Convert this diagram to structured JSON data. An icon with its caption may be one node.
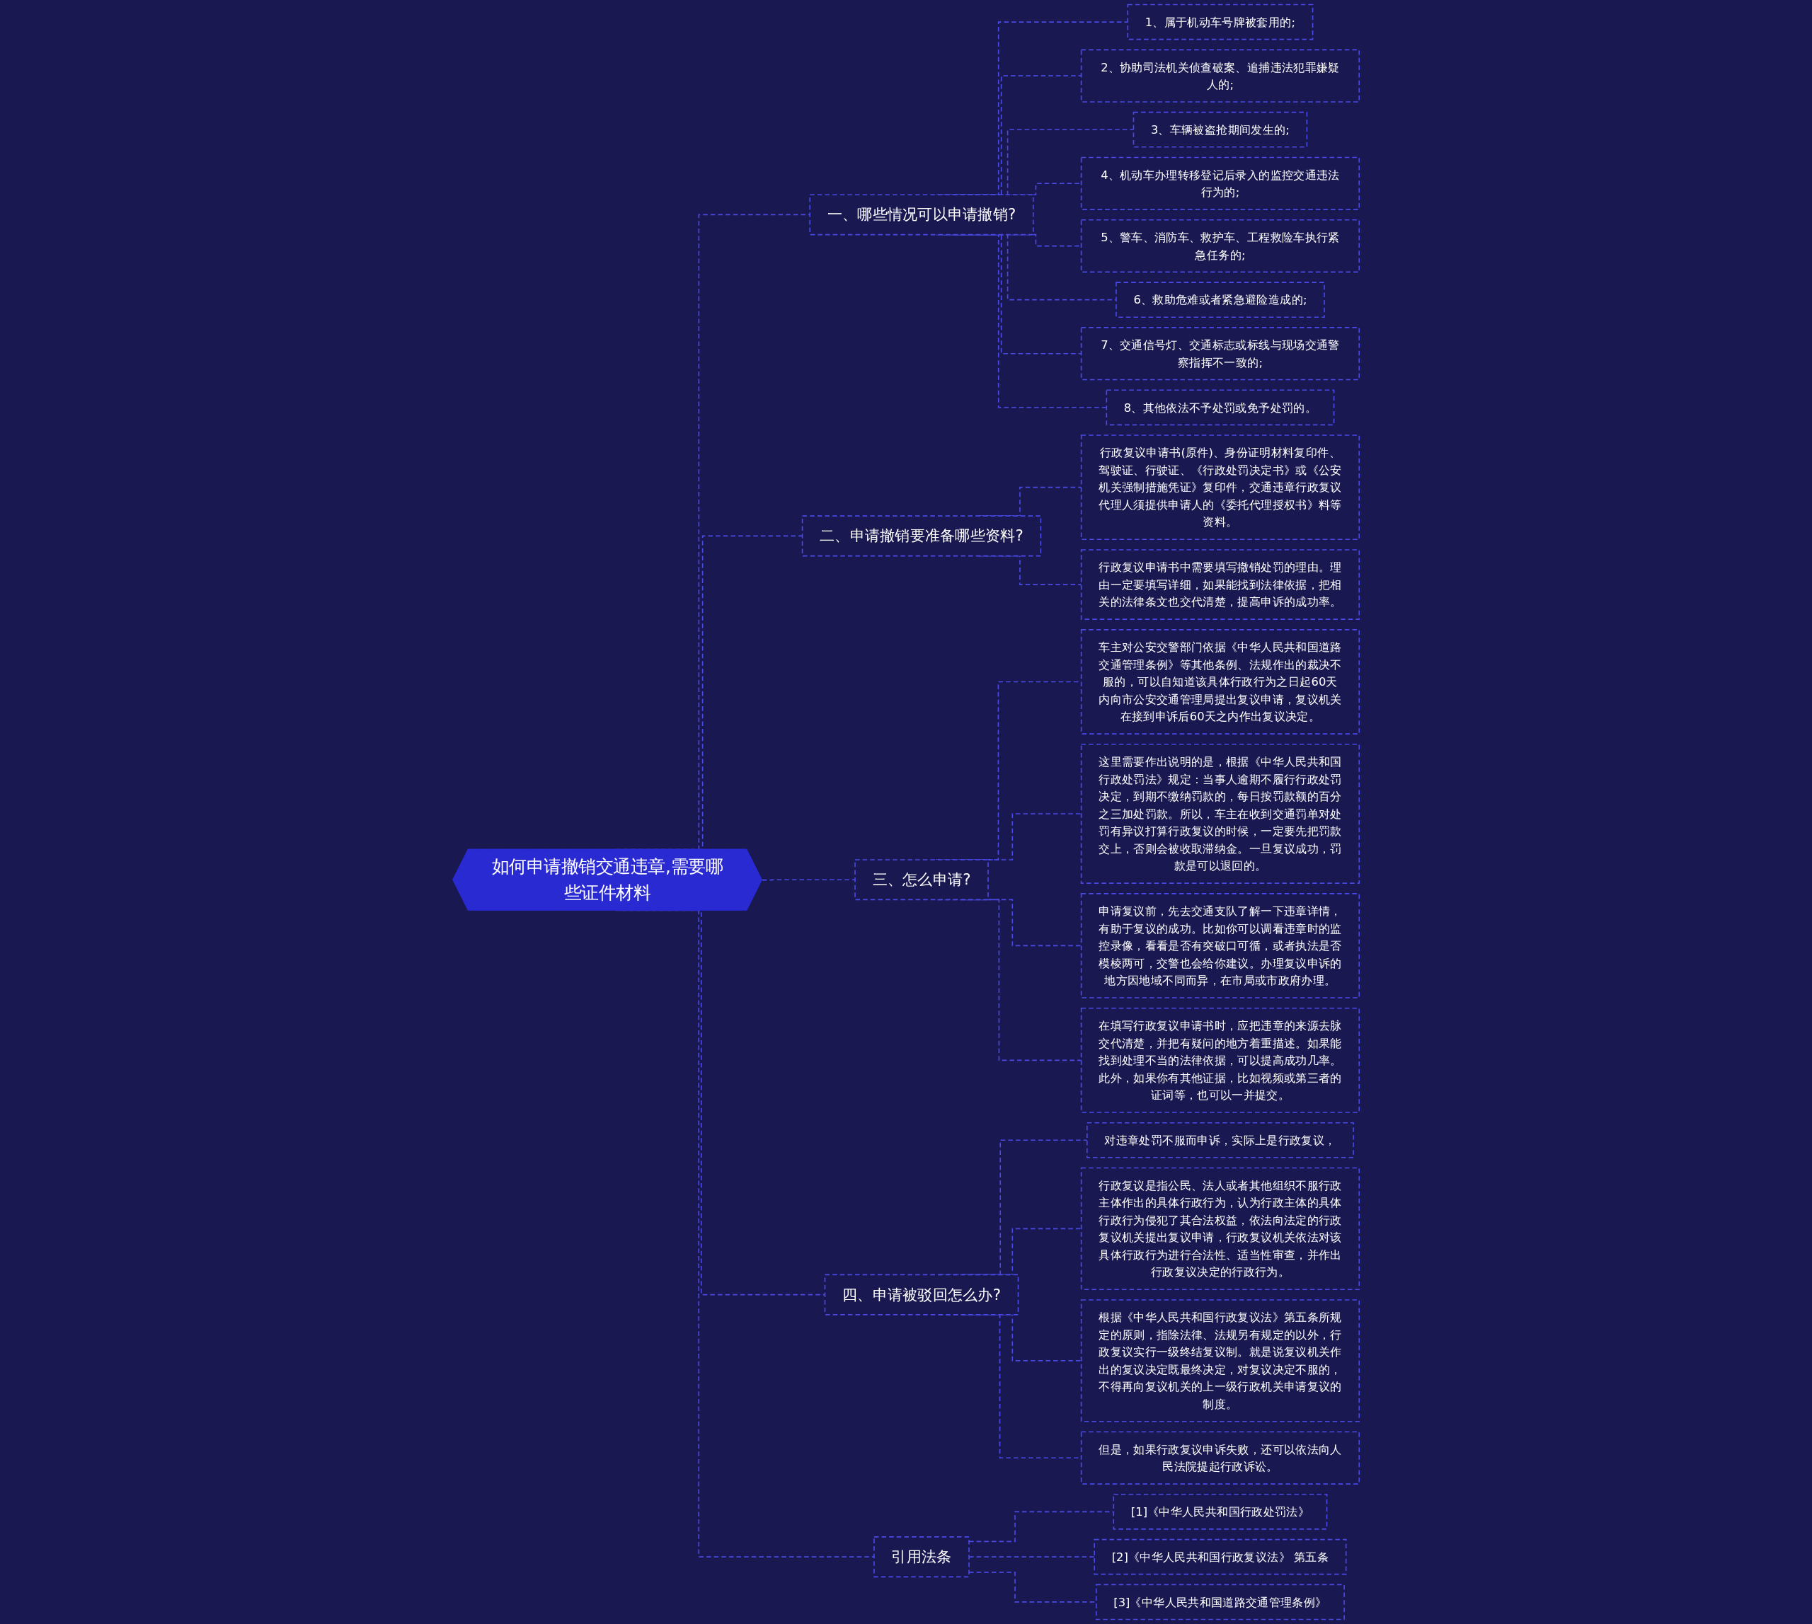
{
  "diagram": {
    "nodes": [
      {
        "text": [
          "如何申请撤销交通违章,需要哪些证件材料"
        ]
      },
      {
        "text": [
          "一、哪些情况可以申请撤销?"
        ]
      },
      {
        "text": [
          "1、属于机动车号牌被套用的;"
        ]
      },
      {
        "text": [
          "2、协助司法机关侦查破案、追捕违法犯罪嫌疑人的;"
        ]
      },
      {
        "text": [
          "3、车辆被盗抢期间发生的;"
        ]
      },
      {
        "text": [
          "4、机动车办理转移登记后录入的监控交通违法行为的;"
        ]
      },
      {
        "text": [
          "5、警车、消防车、救护车、工程救险车执行紧急任务的;"
        ]
      },
      {
        "text": [
          "6、救助危难或者紧急避险造成的;"
        ]
      },
      {
        "text": [
          "7、交通信号灯、交通标志或标线与现场交通警察指挥不一致的;"
        ]
      },
      {
        "text": [
          "8、其他依法不予处罚或免予处罚的。"
        ]
      },
      {
        "text": [
          "二、申请撤销要准备哪些资料?"
        ]
      },
      {
        "text": [
          "行政复议申请书(原件)、身份证明材料复印件、驾驶证、行驶证、《行政处罚决定书》或《公安机关强制措施凭证》复印件，交通违章行政复议代理人须提供申请人的《委托代理授权书》料等资料。"
        ]
      },
      {
        "text": [
          "行政复议申请书中需要填写撤销处罚的理由。理由一定要填写详细，如果能找到法律依据，把相关的法律条文也交代清楚，提高申诉的成功率。"
        ]
      },
      {
        "text": [
          "三、怎么申请?"
        ]
      },
      {
        "text": [
          "车主对公安交警部门依据《中华人民共和国道路交通管理条例》等其他条例、法规作出的裁决不服的，可以自知道该具体行政行为之日起60天内向市公安交通管理局提出复议申请，复议机关在接到申诉后60天之内作出复议决定。"
        ]
      },
      {
        "text": [
          "这里需要作出说明的是，根据《中华人民共和国行政处罚法》规定：当事人逾期不履行行政处罚决定，到期不缴纳罚款的，每日按罚款额的百分之三加处罚款。所以，车主在收到交通罚单对处罚有异议打算行政复议的时候，一定要先把罚款交上，否则会被收取滞纳金。一旦复议成功，罚款是可以退回的。"
        ]
      },
      {
        "text": [
          "申请复议前，先去交通支队了解一下违章详情，有助于复议的成功。比如你可以调看违章时的监控录像，看看是否有突破口可循，或者执法是否模棱两可，交警也会给你建议。办理复议申诉的地方因地域不同而异，在市局或市政府办理。"
        ]
      },
      {
        "text": [
          "在填写行政复议申请书时，应把违章的来源去脉交代清楚，并把有疑问的地方着重描述。如果能找到处理不当的法律依据，可以提高成功几率。此外，如果你有其他证据，比如视频或第三者的证词等，也可以一并提交。"
        ]
      },
      {
        "text": [
          "四、申请被驳回怎么办?"
        ]
      },
      {
        "text": [
          "对违章处罚不服而申诉，实际上是行政复议，"
        ]
      },
      {
        "text": [
          "行政复议是指公民、法人或者其他组织不服行政主体作出的具体行政行为，认为行政主体的具体行政行为侵犯了其合法权益，依法向法定的行政复议机关提出复议申请，行政复议机关依法对该具体行政行为进行合法性、适当性审查，并作出行政复议决定的行政行为。"
        ]
      },
      {
        "text": [
          "根据《中华人民共和国行政复议法》第五条所规定的原则，指除法律、法规另有规定的以外，行政复议实行一级终结复议制。就是说复议机关作出的复议决定既最终决定，对复议决定不服的，不得再向复议机关的上一级行政机关申请复议的制度。"
        ]
      },
      {
        "text": [
          "但是，如果行政复议申诉失败，还可以依法向人民法院提起行政诉讼。"
        ]
      },
      {
        "text": [
          "引用法条"
        ]
      },
      {
        "text": [
          "[1]《中华人民共和国行政处罚法》"
        ]
      },
      {
        "text": [
          "[2]《中华人民共和国行政复议法》 第五条"
        ]
      },
      {
        "text": [
          "[3]《中华人民共和国道路交通管理条例》"
        ]
      }
    ],
    "edges": [
      {
        "from": 0,
        "to": 1,
        "arrow": "none",
        "style": "dashed"
      },
      {
        "from": 1,
        "to": 2,
        "arrow": "none",
        "style": "dashed"
      },
      {
        "from": 1,
        "to": 3,
        "arrow": "none",
        "style": "dashed"
      },
      {
        "from": 1,
        "to": 4,
        "arrow": "none",
        "style": "dashed"
      },
      {
        "from": 1,
        "to": 5,
        "arrow": "none",
        "style": "dashed"
      },
      {
        "from": 1,
        "to": 6,
        "arrow": "none",
        "style": "dashed"
      },
      {
        "from": 1,
        "to": 7,
        "arrow": "none",
        "style": "dashed"
      },
      {
        "from": 1,
        "to": 8,
        "arrow": "none",
        "style": "dashed"
      },
      {
        "from": 1,
        "to": 9,
        "arrow": "none",
        "style": "dashed"
      },
      {
        "from": 0,
        "to": 10,
        "arrow": "none",
        "style": "dashed"
      },
      {
        "from": 10,
        "to": 11,
        "arrow": "none",
        "style": "dashed"
      },
      {
        "from": 10,
        "to": 12,
        "arrow": "none",
        "style": "dashed"
      },
      {
        "from": 0,
        "to": 13,
        "arrow": "none",
        "style": "dashed"
      },
      {
        "from": 13,
        "to": 14,
        "arrow": "none",
        "style": "dashed"
      },
      {
        "from": 13,
        "to": 15,
        "arrow": "none",
        "style": "dashed"
      },
      {
        "from": 13,
        "to": 16,
        "arrow": "none",
        "style": "dashed"
      },
      {
        "from": 13,
        "to": 17,
        "arrow": "none",
        "style": "dashed"
      },
      {
        "from": 0,
        "to": 18,
        "arrow": "none",
        "style": "dashed"
      },
      {
        "from": 18,
        "to": 19,
        "arrow": "none",
        "style": "dashed"
      },
      {
        "from": 18,
        "to": 20,
        "arrow": "none",
        "style": "dashed"
      },
      {
        "from": 18,
        "to": 21,
        "arrow": "none",
        "style": "dashed"
      },
      {
        "from": 18,
        "to": 22,
        "arrow": "none",
        "style": "dashed"
      },
      {
        "from": 0,
        "to": 23,
        "arrow": "none",
        "style": "dashed"
      },
      {
        "from": 23,
        "to": 24,
        "arrow": "none",
        "style": "dashed"
      },
      {
        "from": 23,
        "to": 25,
        "arrow": "none",
        "style": "dashed"
      },
      {
        "from": 23,
        "to": 26,
        "arrow": "none",
        "style": "dashed"
      }
    ]
  }
}
